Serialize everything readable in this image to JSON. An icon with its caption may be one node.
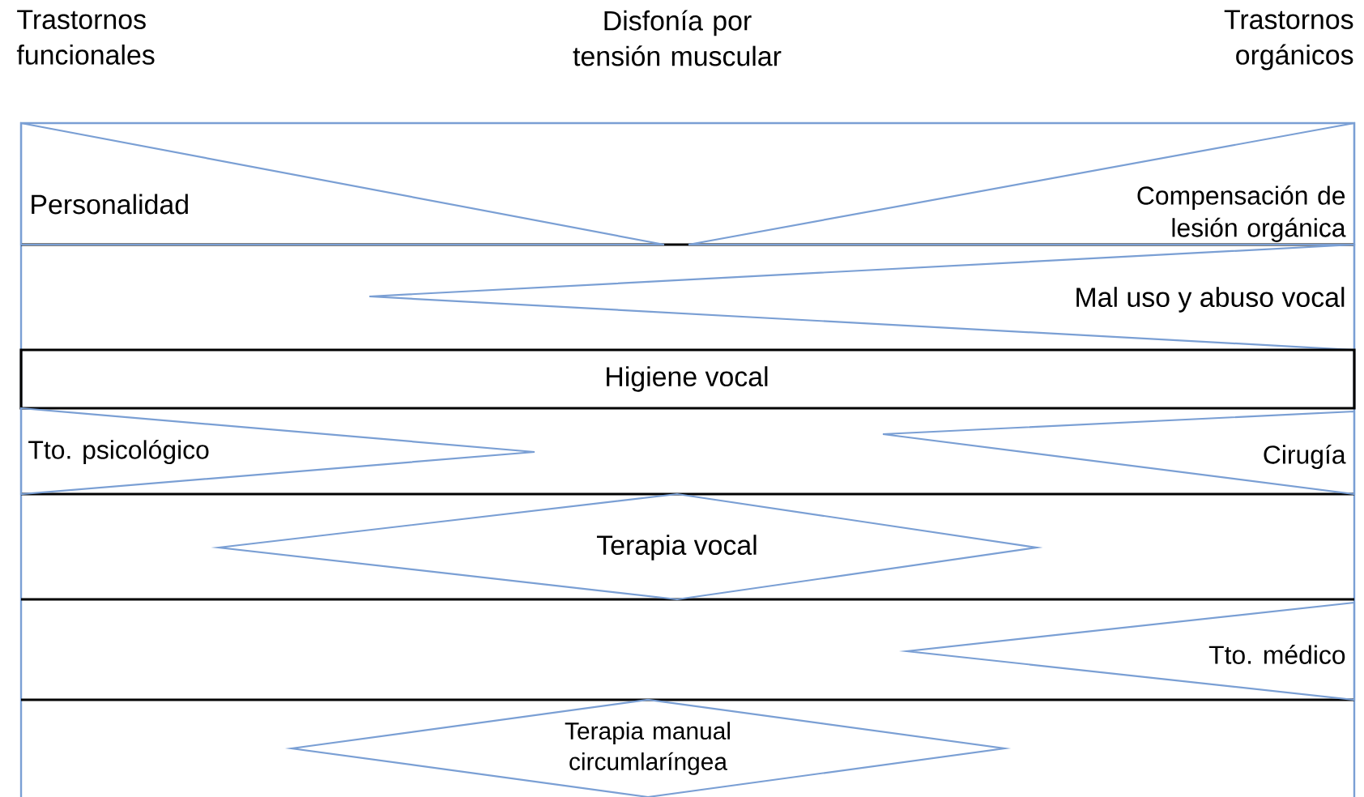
{
  "diagram": {
    "nodes": [
      {
        "text": [
          "Personalidad"
        ]
      },
      {
        "text": [
          "Compensación de lesión orgánica"
        ]
      },
      {
        "text": [
          "Mal uso y abuso vocal"
        ]
      },
      {
        "text": [
          "Higiene vocal"
        ]
      },
      {
        "text": [
          "Tto. psicológico"
        ]
      },
      {
        "text": [
          "Cirugía"
        ]
      },
      {
        "text": [
          "Terapia vocal"
        ]
      },
      {
        "text": [
          "Tto. médico"
        ]
      },
      {
        "text": [
          "Terapia manual circumlaríngea"
        ]
      }
    ],
    "labels": [
      "Trastornos funcionales",
      "Disfonía por tensión muscular",
      "Trastornos orgánicos"
    ]
  }
}
